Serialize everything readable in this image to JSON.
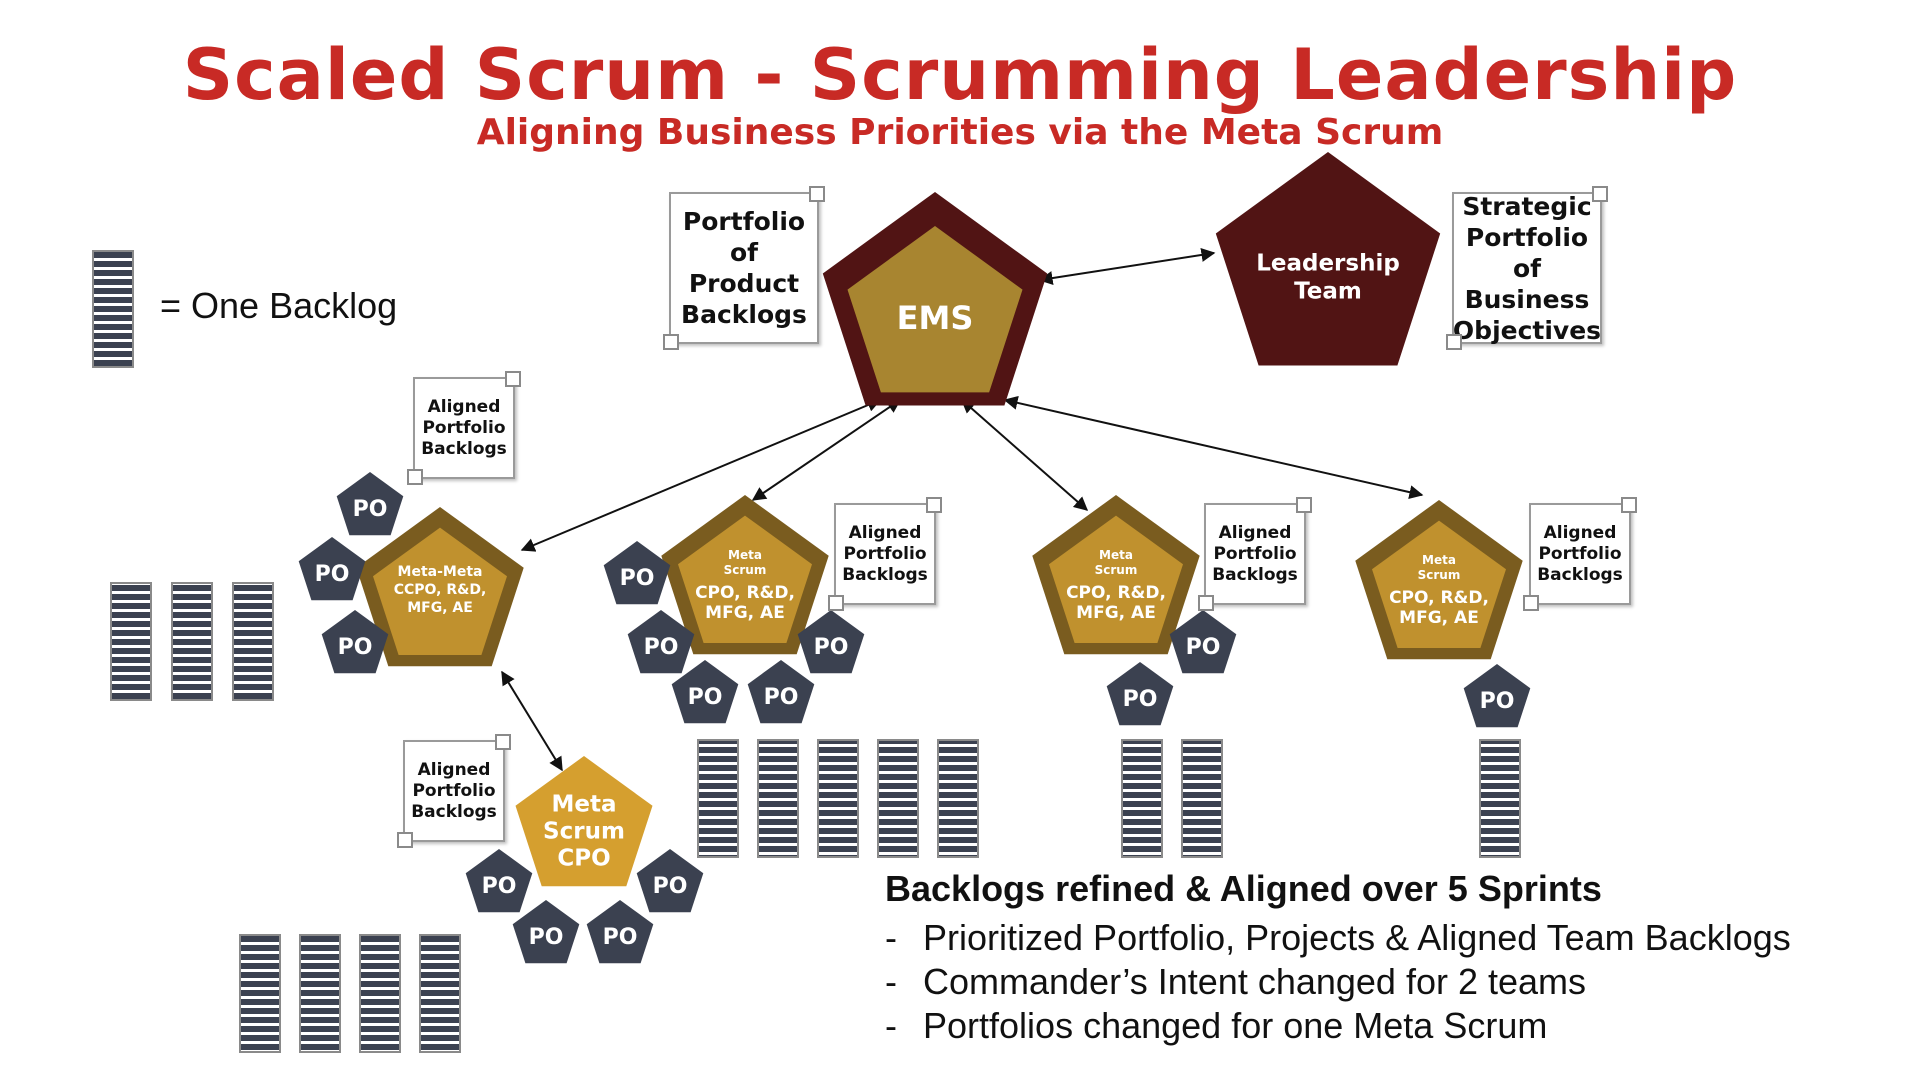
{
  "title": "Scaled Scrum - Scrumming Leadership",
  "subtitle": "Aligning Business Priorities via the Meta Scrum",
  "legend": {
    "label": "= One Backlog"
  },
  "colors": {
    "title_red": "#c82a25",
    "gold": "#c0912e",
    "gold_dark": "#7a5c1f",
    "maroon": "#511414",
    "po_slate": "#3b4150"
  },
  "nodes": {
    "ems": "EMS",
    "leadership": "Leadership\nTeam",
    "meta_meta": "Meta-Meta\nCCPO, R&D,\nMFG, AE",
    "meta_cpo": "Meta\nScrum\nCPO",
    "meta_a": {
      "top": "Meta\nScrum",
      "main": "CPO, R&D,\nMFG, AE"
    },
    "meta_b": {
      "top": "Meta\nScrum",
      "main": "CPO, R&D,\nMFG, AE"
    },
    "meta_c": {
      "top": "Meta\nScrum",
      "main": "CPO, R&D,\nMFG, AE"
    },
    "po": "PO"
  },
  "notes": {
    "portfolio_product": "Portfolio\nof Product\nBacklogs",
    "strategic": "Strategic\nPortfolio\nof Business\nObjectives",
    "aligned": "Aligned\nPortfolio\nBacklogs"
  },
  "backlog_counts": {
    "meta_meta": 3,
    "meta_cpo": 4,
    "meta_a": 5,
    "meta_b": 2,
    "meta_c": 1
  },
  "summary": {
    "heading": "Backlogs refined & Aligned over 5 Sprints",
    "bullets": [
      "Prioritized Portfolio, Projects & Aligned Team Backlogs",
      "Commander’s Intent changed for 2 teams",
      "Portfolios changed for one Meta Scrum"
    ],
    "dash": "-"
  }
}
